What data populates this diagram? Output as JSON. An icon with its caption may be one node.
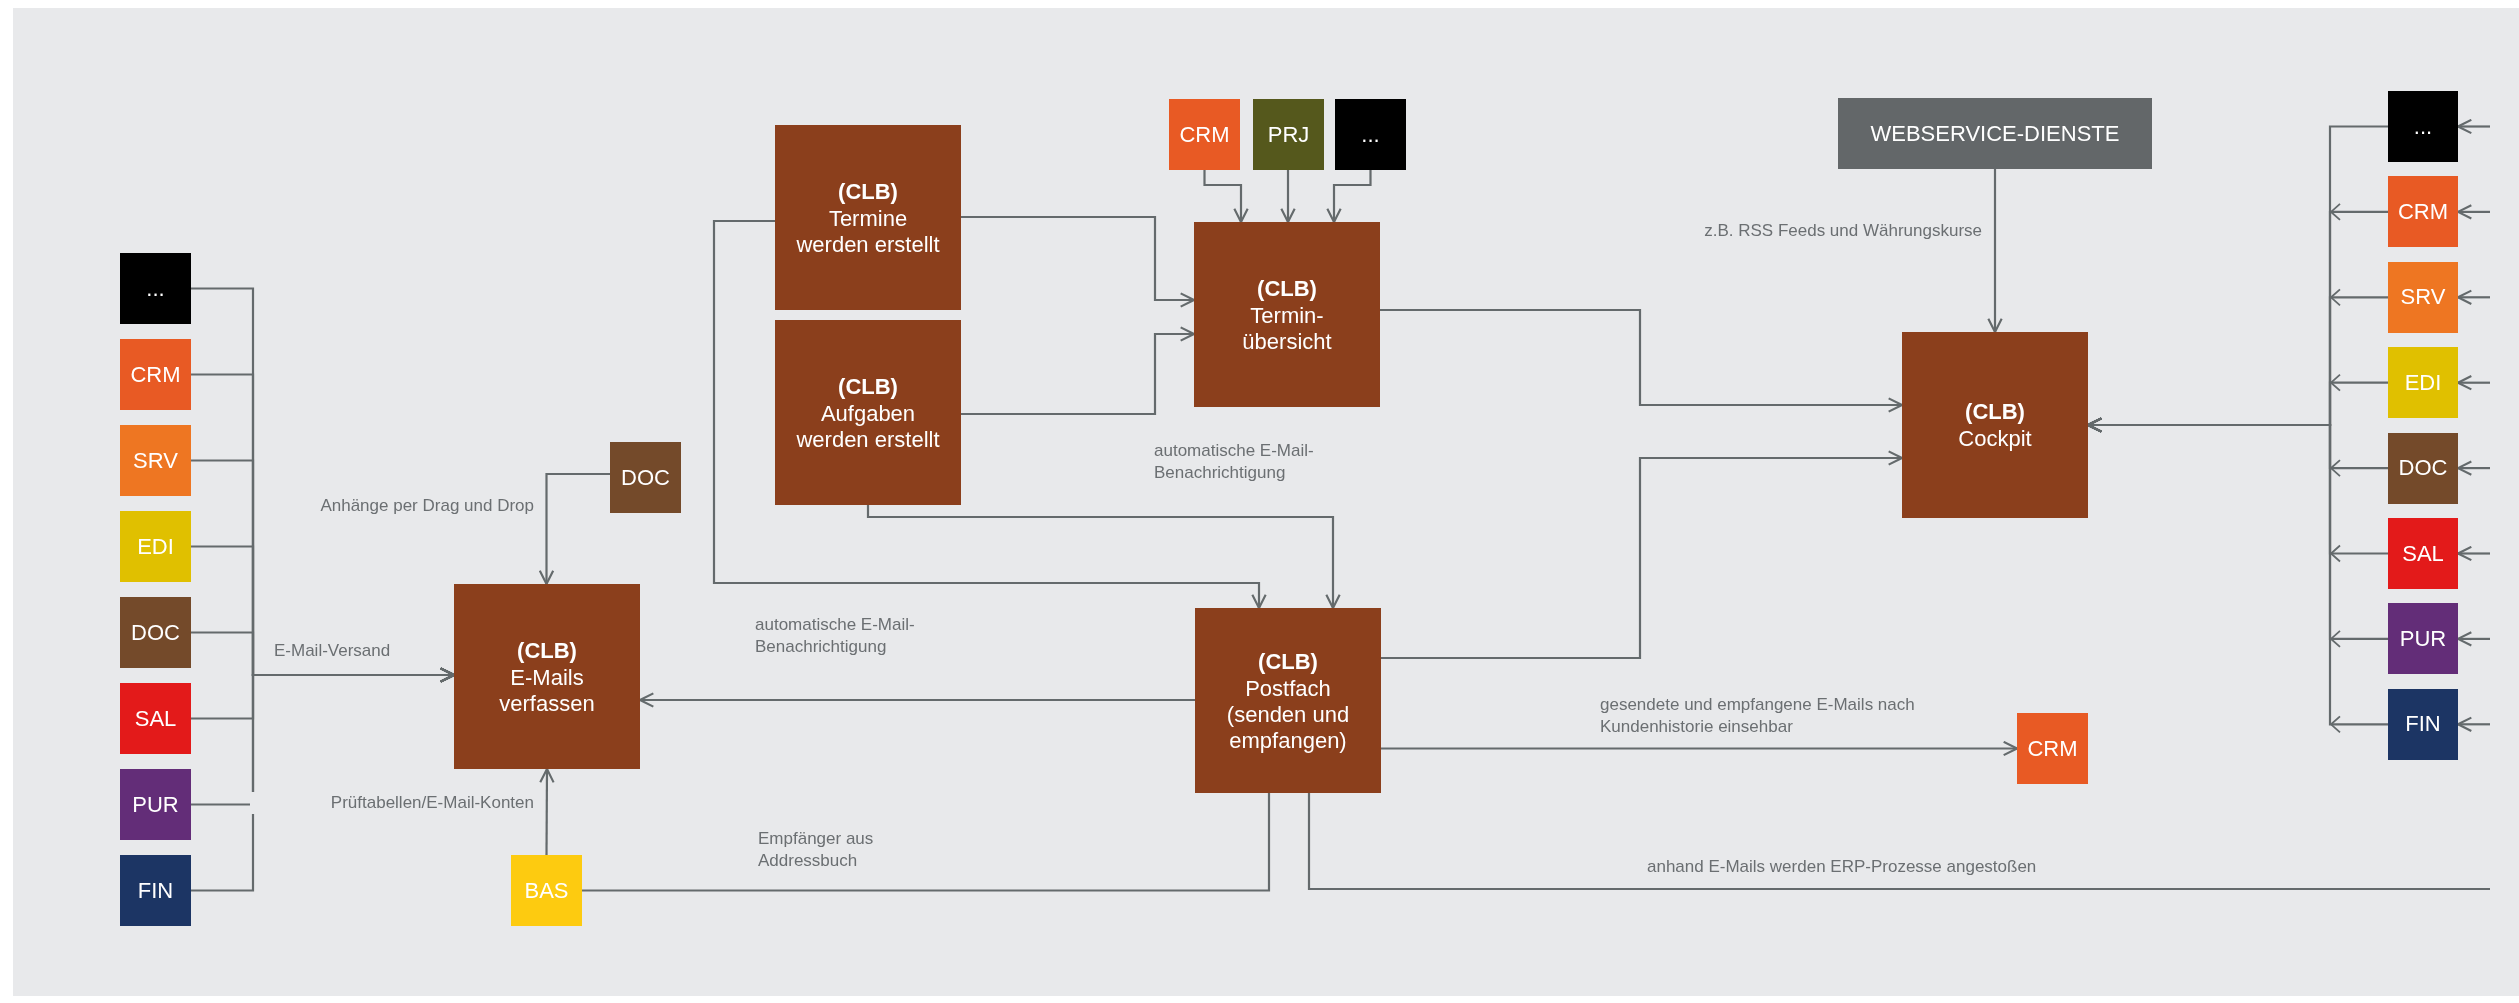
{
  "diagram": {
    "nodes": [
      {
        "text": [
          "(CLB)",
          "Termine werden erstellt"
        ]
      },
      {
        "text": [
          "(CLB)",
          "Aufgaben werden erstellt"
        ]
      },
      {
        "text": [
          "CRM"
        ]
      },
      {
        "text": [
          "PRJ"
        ]
      },
      {
        "text": [
          "..."
        ]
      },
      {
        "text": [
          "(CLB)",
          "Termin- übersicht"
        ]
      },
      {
        "text": [
          "WEBSERVICE-DIENSTE"
        ]
      },
      {
        "text": [
          "(CLB)",
          "Cockpit"
        ]
      },
      {
        "text": [
          "..."
        ]
      },
      {
        "text": [
          "CRM"
        ]
      },
      {
        "text": [
          "SRV"
        ]
      },
      {
        "text": [
          "EDI"
        ]
      },
      {
        "text": [
          "DOC"
        ]
      },
      {
        "text": [
          "SAL"
        ]
      },
      {
        "text": [
          "PUR"
        ]
      },
      {
        "text": [
          "FIN"
        ]
      },
      {
        "text": [
          "DOC"
        ]
      },
      {
        "text": [
          "(CLB)",
          "E-Mails verfassen"
        ]
      },
      {
        "text": [
          "(CLB)",
          "Postfach (senden und empfangen)"
        ]
      },
      {
        "text": [
          "CRM"
        ]
      },
      {
        "text": [
          "BAS"
        ]
      },
      {
        "text": [
          "..."
        ]
      },
      {
        "text": [
          "CRM"
        ]
      },
      {
        "text": [
          "SRV"
        ]
      },
      {
        "text": [
          "EDI"
        ]
      },
      {
        "text": [
          "DOC"
        ]
      },
      {
        "text": [
          "SAL"
        ]
      },
      {
        "text": [
          "PUR"
        ]
      },
      {
        "text": [
          "FIN"
        ]
      }
    ],
    "edges": [
      {
        "from": 8,
        "to": 17,
        "arrow": "to",
        "label": "E-Mail-Versand"
      },
      {
        "from": 9,
        "to": 17,
        "arrow": "to"
      },
      {
        "from": 10,
        "to": 17,
        "arrow": "to"
      },
      {
        "from": 11,
        "to": 17,
        "arrow": "to"
      },
      {
        "from": 12,
        "to": 17,
        "arrow": "to"
      },
      {
        "from": 13,
        "to": 17,
        "arrow": "to"
      },
      {
        "from": 14,
        "to": 17,
        "arrow": "to"
      },
      {
        "from": 15,
        "to": 17,
        "arrow": "to"
      },
      {
        "from": 16,
        "to": 17,
        "arrow": "to",
        "label": "Anhänge per Drag und Drop"
      },
      {
        "from": 20,
        "to": 17,
        "arrow": "to",
        "label": "Prüftabellen/E-Mail-Konten"
      },
      {
        "from": 0,
        "to": 5,
        "arrow": "to"
      },
      {
        "from": 1,
        "to": 5,
        "arrow": "to"
      },
      {
        "from": 2,
        "to": 5,
        "arrow": "to"
      },
      {
        "from": 3,
        "to": 5,
        "arrow": "to"
      },
      {
        "from": 4,
        "to": 5,
        "arrow": "to"
      },
      {
        "from": 0,
        "to": 18,
        "arrow": "to"
      },
      {
        "from": 1,
        "to": 18,
        "arrow": "to",
        "label": "automatische E-Mail- Benachrichtigung"
      },
      {
        "from": 18,
        "to": 17,
        "arrow": "to",
        "label": "automatische E-Mail- Benachrichtigung"
      },
      {
        "from": 20,
        "to": 18,
        "arrow": "none",
        "label": "Empfänger aus Addressbuch"
      },
      {
        "from": 5,
        "to": 7,
        "arrow": "to"
      },
      {
        "from": 18,
        "to": 7,
        "arrow": "to"
      },
      {
        "from": 6,
        "to": 7,
        "arrow": "to",
        "label": "z.B. RSS Feeds und Währungskurse"
      },
      {
        "from": 18,
        "to": 19,
        "arrow": "to",
        "label": "gesendete und empfangene E-Mails nach Kundenhistorie einsehbar"
      },
      {
        "from": 18,
        "to": null,
        "arrow": "none",
        "label": "anhand E-Mails werden ERP-Prozesse angestoßen"
      },
      {
        "from": 21,
        "to": 7,
        "arrow": "to"
      },
      {
        "from": 22,
        "to": 7,
        "arrow": "to"
      },
      {
        "from": 23,
        "to": 7,
        "arrow": "to"
      },
      {
        "from": 24,
        "to": 7,
        "arrow": "to"
      },
      {
        "from": 25,
        "to": 7,
        "arrow": "to"
      },
      {
        "from": 26,
        "to": 7,
        "arrow": "to"
      },
      {
        "from": 27,
        "to": 7,
        "arrow": "to"
      },
      {
        "from": 28,
        "to": 7,
        "arrow": "to"
      },
      {
        "from": null,
        "to": 21,
        "arrow": "to"
      },
      {
        "from": null,
        "to": 22,
        "arrow": "to"
      },
      {
        "from": null,
        "to": 23,
        "arrow": "to"
      },
      {
        "from": null,
        "to": 24,
        "arrow": "to"
      },
      {
        "from": null,
        "to": 25,
        "arrow": "to"
      },
      {
        "from": null,
        "to": 26,
        "arrow": "to"
      },
      {
        "from": null,
        "to": 27,
        "arrow": "to"
      },
      {
        "from": null,
        "to": 28,
        "arrow": "to"
      }
    ]
  }
}
